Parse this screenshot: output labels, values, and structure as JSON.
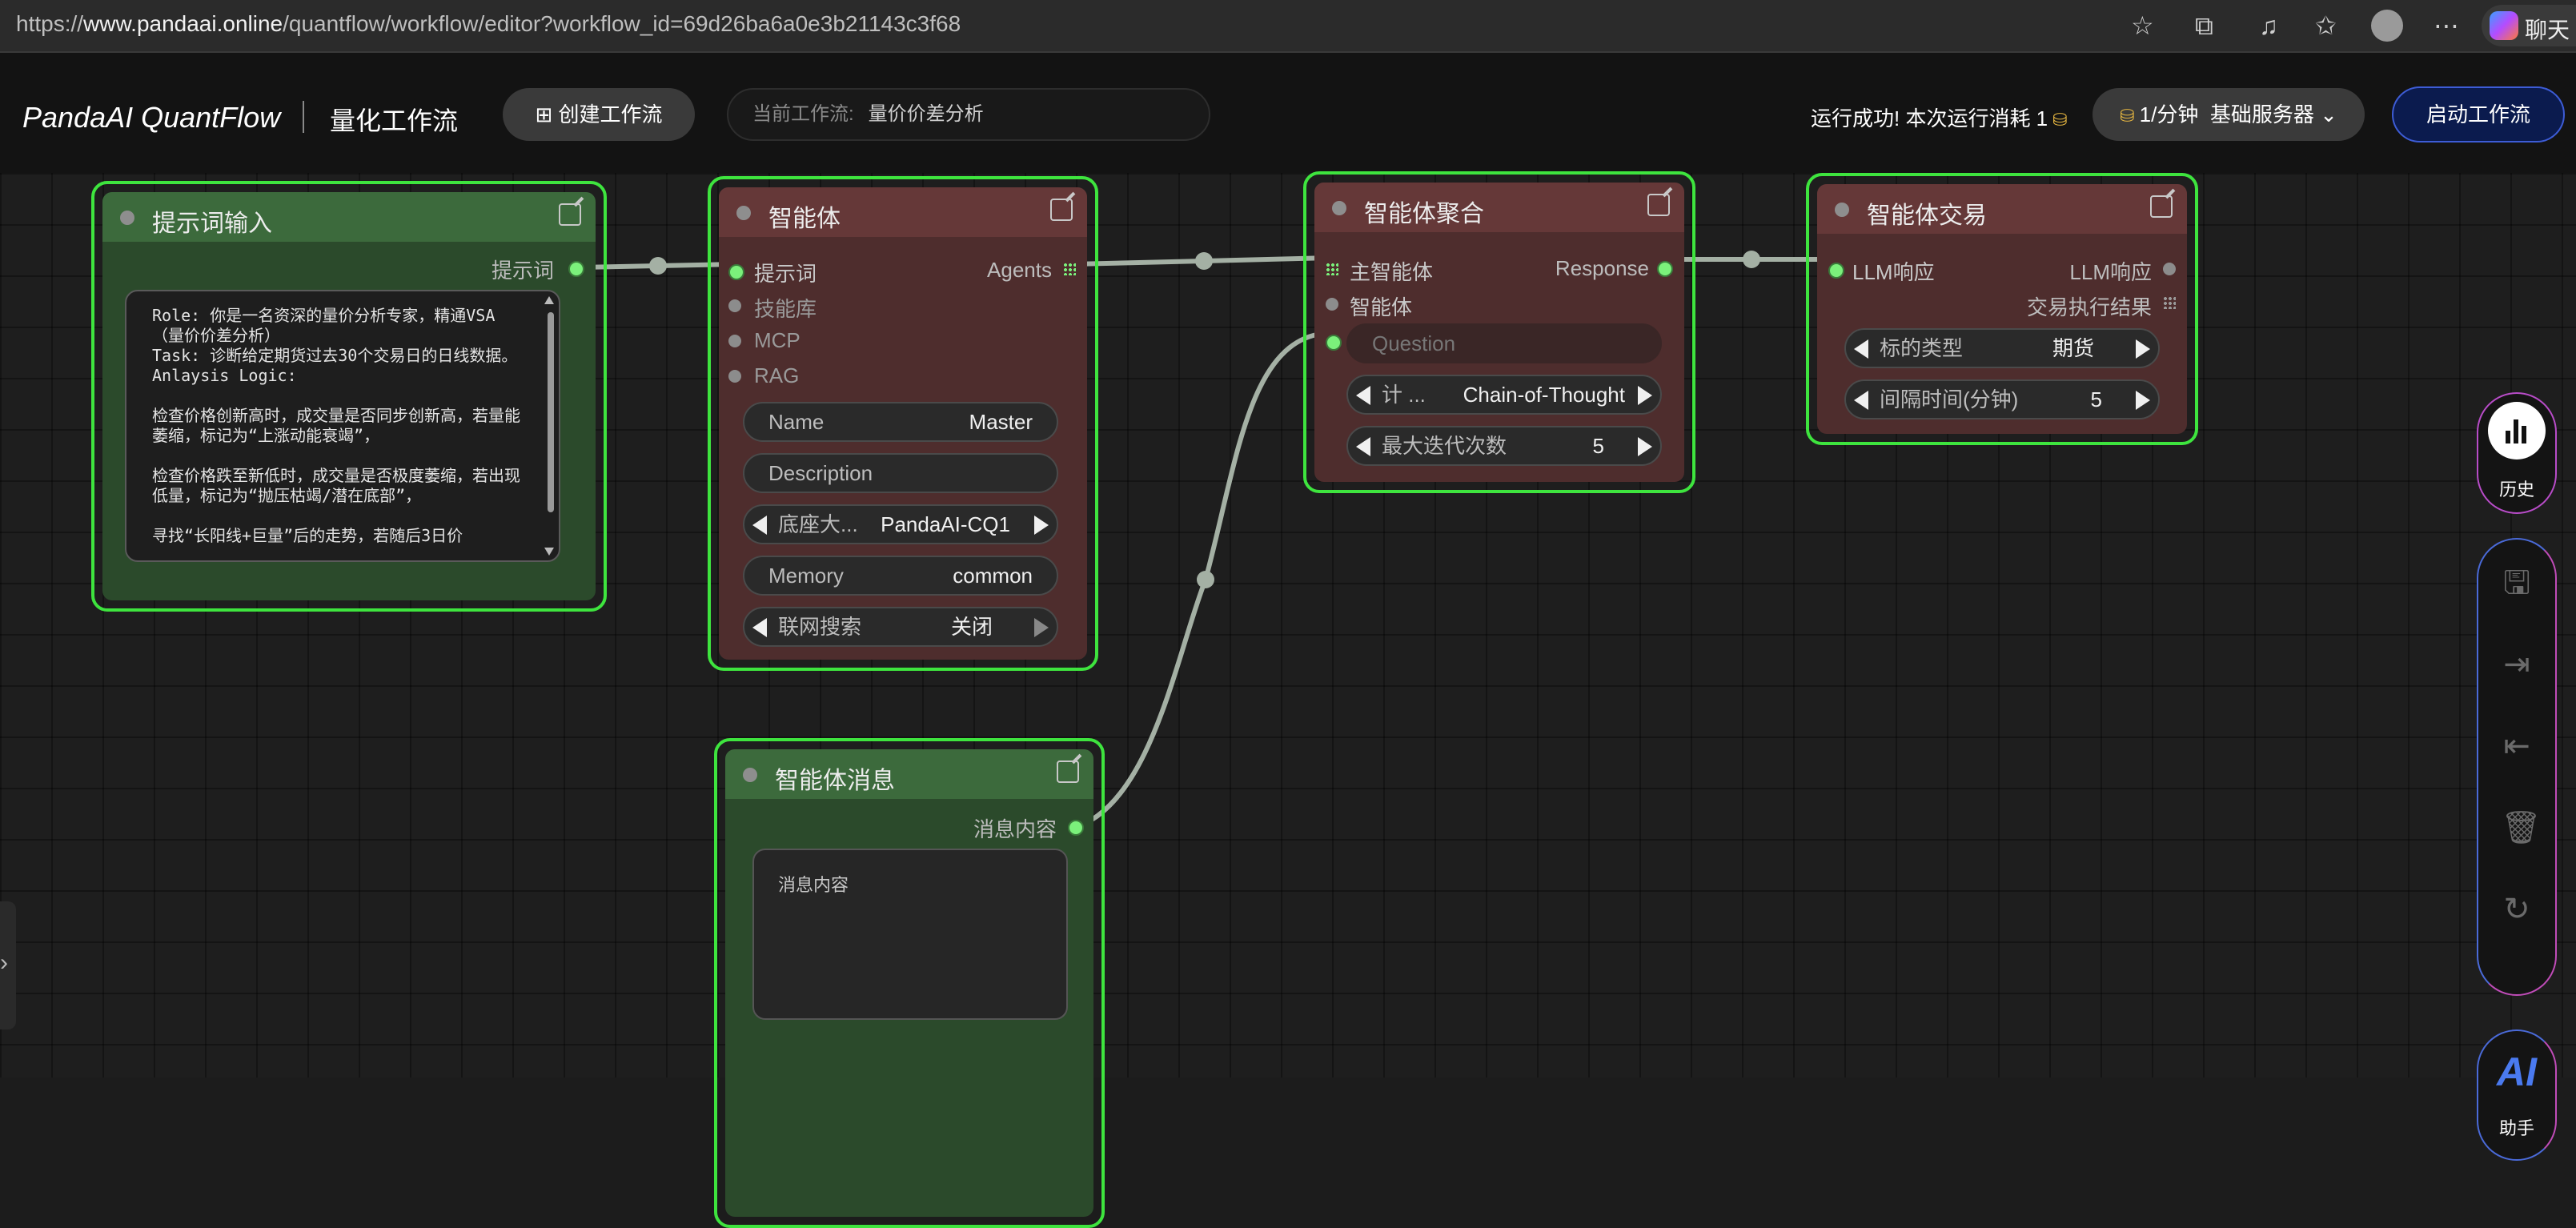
{
  "browser": {
    "url_prefix": "https://",
    "url_host": "www.pandaai.online",
    "url_path": "/quantflow/workflow/editor?workflow_id=69d26ba6a0e3b21143c3f68",
    "copilot_label": "聊天"
  },
  "header": {
    "brand": "PandaAI QuantFlow",
    "subtitle": "量化工作流",
    "create_label": "创建工作流",
    "current_label": "当前工作流:",
    "current_value": "量价价差分析",
    "run_status": "运行成功!  本次运行消耗 1",
    "server_rate": "1/分钟",
    "server_name": "基础服务器",
    "start_label": "启动工作流"
  },
  "nodes": {
    "prompt": {
      "title": "提示词输入",
      "output": "提示词",
      "text": "Role: 你是一名资深的量价分析专家，精通VSA（量价价差分析）\nTask: 诊断给定期货过去30个交易日的日线数据。\nAnlaysis Logic:\n\n检查价格创新高时，成交量是否同步创新高，若量能萎缩，标记为“上涨动能衰竭”，\n\n检查价格跌至新低时，成交量是否极度萎缩，若出现低量，标记为“抛压枯竭/潜在底部”，\n\n寻找“长阳线+巨量”后的走势，若随后3日价"
    },
    "agent": {
      "title": "智能体",
      "inputs": [
        "提示词",
        "技能库",
        "MCP",
        "RAG"
      ],
      "output": "Agents",
      "name_label": "Name",
      "name_value": "Master",
      "desc_placeholder": "Description",
      "base_label": "底座大...",
      "base_value": "PandaAI-CQ1",
      "memory_label": "Memory",
      "memory_value": "common",
      "search_label": "联网搜索",
      "search_value": "关闭"
    },
    "aggregate": {
      "title": "智能体聚合",
      "input_main": "主智能体",
      "input_agent": "智能体",
      "output": "Response",
      "question_placeholder": "Question",
      "method_label": "计 ...",
      "method_value": "Chain-of-Thought",
      "iter_label": "最大迭代次数",
      "iter_value": "5"
    },
    "trade": {
      "title": "智能体交易",
      "input": "LLM响应",
      "output_llm": "LLM响应",
      "output_result": "交易执行结果",
      "type_label": "标的类型",
      "type_value": "期货",
      "interval_label": "间隔时间(分钟)",
      "interval_value": "5"
    },
    "message": {
      "title": "智能体消息",
      "output": "消息内容",
      "placeholder": "消息内容"
    }
  },
  "toolbar": {
    "history_label": "历史",
    "ai_text": "AI",
    "ai_label": "助手"
  },
  "icons": [
    "star-icon",
    "extension-icon",
    "media-icon",
    "favorites-icon",
    "profile-icon",
    "more-icon",
    "copilot-icon",
    "save-icon",
    "export-icon",
    "import-icon",
    "trash-icon",
    "refresh-icon",
    "history-chart-icon"
  ]
}
